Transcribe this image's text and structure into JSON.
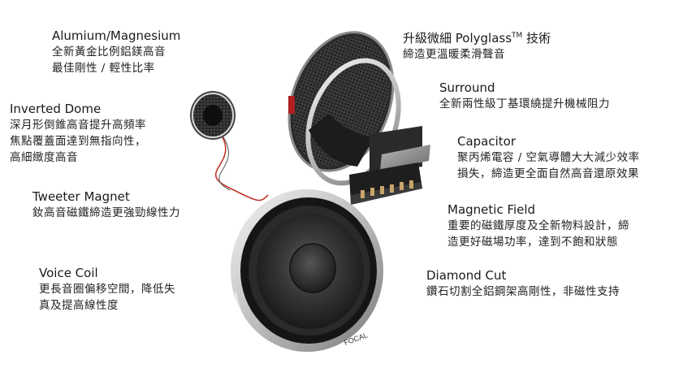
{
  "features": {
    "aluminum": {
      "title": "Alumium/Magnesium",
      "desc": "全新黃金比例鋁鎂高音\n最佳剛性 / 輕性比率"
    },
    "inverted_dome": {
      "title": "Inverted Dome",
      "desc": "深月形倒錐高音提升高頻率\n焦點覆蓋面達到無指向性，\n高細緻度高音"
    },
    "tweeter_magnet": {
      "title": "Tweeter Magnet",
      "desc": "釹高音磁鐵締造更強勁線性力"
    },
    "voice_coil": {
      "title": "Voice Coil",
      "desc": "更長音圈偏移空間，降低失\n真及提高線性度"
    },
    "polyglass": {
      "title": "升級微細 Polyglass",
      "superscript": "TM",
      "title_suffix": " 技術",
      "desc": "締造更溫暖柔滑聲音"
    },
    "surround": {
      "title": "Surround",
      "desc": "全新兩性級丁基環繞提升機械阻力"
    },
    "capacitor": {
      "title": "Capacitor",
      "desc": "聚丙烯電容 / 空氣導體大大減少效率\n損失，締造更全面自然高音還原效果"
    },
    "magnetic_field": {
      "title": "Magnetic Field",
      "desc": "重要的磁鐵厚度及全新物料設計，締\n造更好磁場功率，達到不飽和狀態"
    },
    "diamond_cut": {
      "title": "Diamond Cut",
      "desc": "鑽石切割全鋁鋼架高剛性，非磁性支持"
    }
  },
  "brand": {
    "logo_text": "FOCAL"
  }
}
